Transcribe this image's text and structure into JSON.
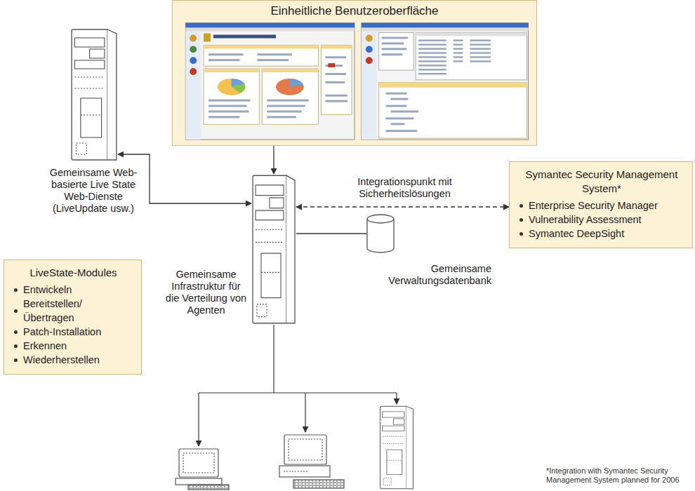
{
  "diagram": {
    "nodes": [
      {
        "text": [
          "Einheitliche Benutzeroberfläche"
        ]
      },
      {
        "text": [
          "Gemeinsame Web-basierte Live State Web-Dienste (LiveUpdate usw.)"
        ]
      },
      {
        "text": [
          "Gemeinsame Infrastruktur für die Verteilung von Agenten"
        ]
      },
      {
        "text": [
          "Symantec Security Management System*",
          "Enterprise Security Manager",
          "Vulnerability Assessment",
          "Symantec DeepSight"
        ]
      },
      {
        "text": [
          "LiveState-Modules",
          "Entwickeln",
          "Bereitstellen/Übertragen",
          "Patch-Installation",
          "Erkennen",
          "Wiederherstellen"
        ]
      },
      {
        "text": [
          "Gemeinsame Verwaltungsdatenbank"
        ]
      }
    ],
    "edges": [
      {
        "from": 0,
        "to": 2,
        "arrow": "to"
      },
      {
        "from": 1,
        "to": 2,
        "arrow": "both"
      },
      {
        "from": 2,
        "to": 3,
        "label": "Integrationspunkt mit Sicherheitslösungen",
        "arrow": "both"
      },
      {
        "from": 2,
        "to": 5,
        "arrow": "none"
      }
    ],
    "labels": [
      "*Integration with Symantec Security Management System planned for 2006"
    ]
  }
}
